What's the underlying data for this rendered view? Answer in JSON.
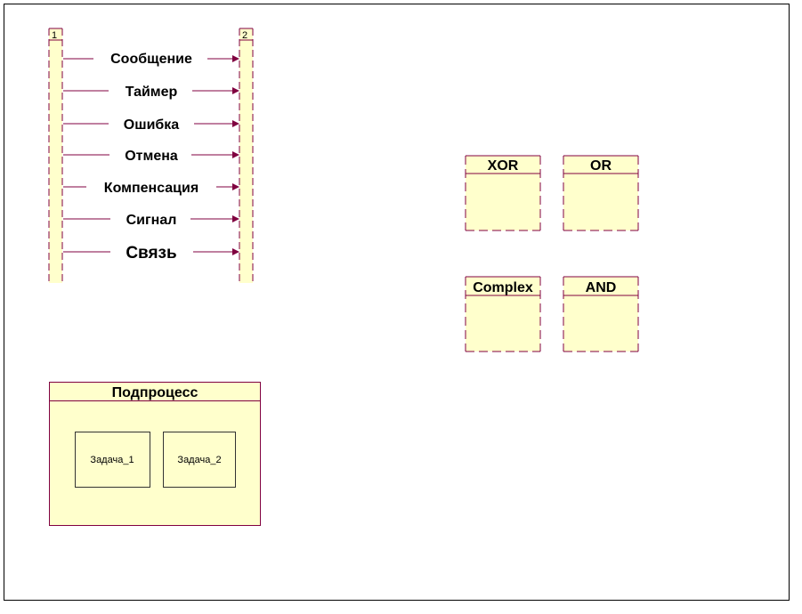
{
  "lifelines": [
    {
      "number": "1"
    },
    {
      "number": "2"
    }
  ],
  "messages": [
    {
      "label": "Сообщение"
    },
    {
      "label": "Таймер"
    },
    {
      "label": "Ошибка"
    },
    {
      "label": "Отмена"
    },
    {
      "label": "Компенсация"
    },
    {
      "label": "Сигнал"
    },
    {
      "label": "Связь"
    }
  ],
  "gateways": [
    {
      "label": "XOR"
    },
    {
      "label": "OR"
    },
    {
      "label": "Complex"
    },
    {
      "label": "AND"
    }
  ],
  "subprocess": {
    "title": "Подпроцесс",
    "tasks": [
      {
        "label": "Задача_1"
      },
      {
        "label": "Задача_2"
      }
    ]
  },
  "colors": {
    "fill": "#FFFFCC",
    "border": "#800040",
    "arrow": "#800040"
  }
}
